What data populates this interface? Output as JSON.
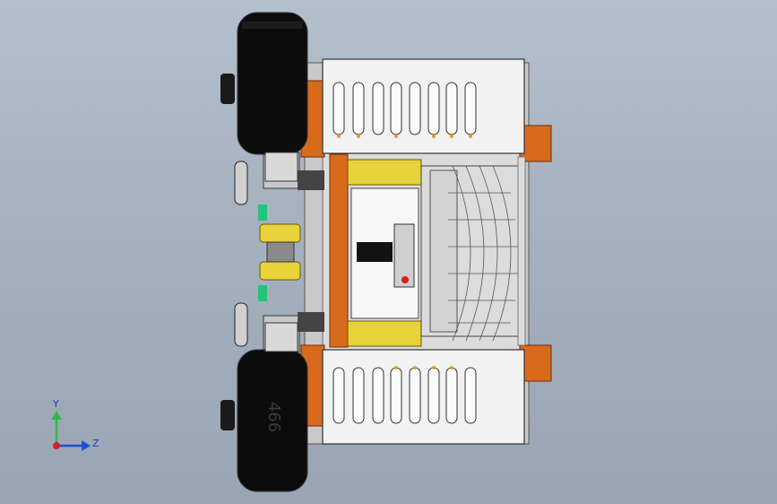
{
  "viewport": {
    "background_top": "#b4bfcc",
    "background_bottom": "#9aa5b3"
  },
  "model": {
    "tire_marking": "466",
    "colors": {
      "tire": "#0c0c0c",
      "panel": "#f2f2f2",
      "bracket_orange": "#d86a1c",
      "gear_yellow": "#e7d23a",
      "motor_green": "#22c47a",
      "gray_metal": "#b8bcc0",
      "red_wire": "#d8201e"
    }
  },
  "triad": {
    "y_label": "Y",
    "z_label": "Z",
    "y_color": "#2fb84a",
    "z_color": "#1f4fd8",
    "x_color": "#d8201e"
  }
}
